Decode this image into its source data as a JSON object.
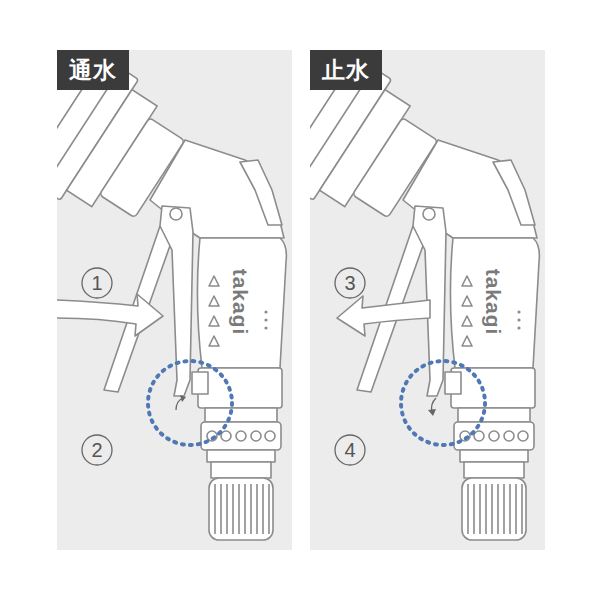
{
  "diagram": {
    "nodes": [
      {
        "text": [
          "通水"
        ]
      },
      {
        "text": [
          "1"
        ],
        "in": 0
      },
      {
        "text": [
          "2"
        ],
        "in": 0
      },
      {
        "text": [
          "止水"
        ]
      },
      {
        "text": [
          "3"
        ],
        "in": 3
      },
      {
        "text": [
          "4"
        ],
        "in": 3
      }
    ],
    "labels": [
      "takagi",
      "takagi"
    ]
  }
}
